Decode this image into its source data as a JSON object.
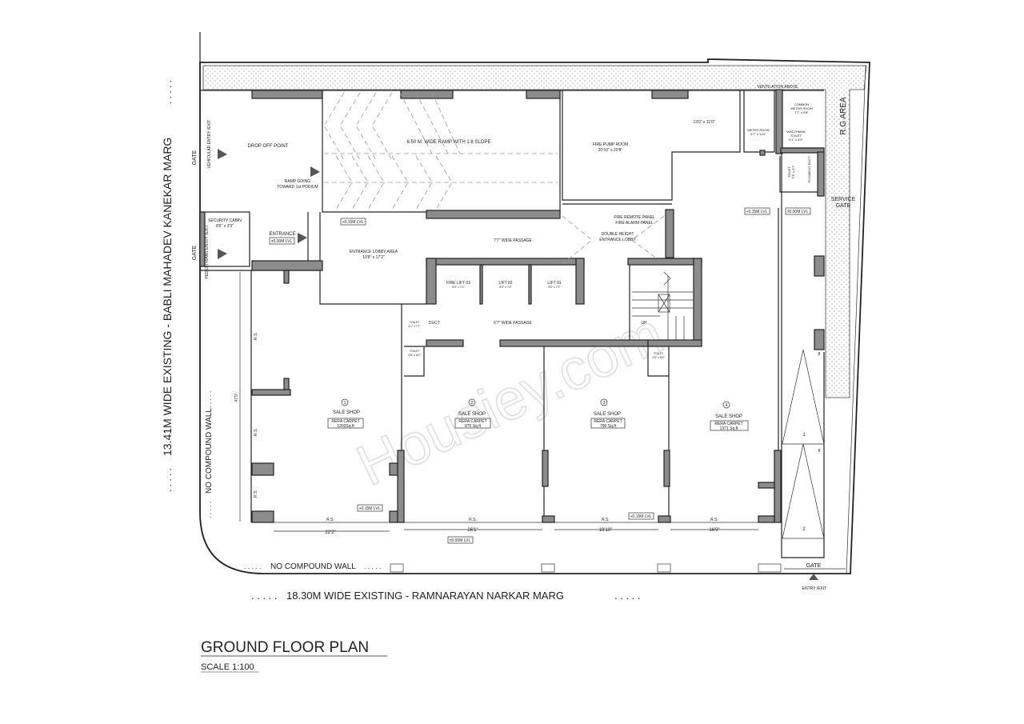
{
  "title": "GROUND FLOOR PLAN",
  "scale": "SCALE 1:100",
  "watermark": "Housiey.com",
  "roads": {
    "left": "13.41M WIDE EXISTING -  BABLI MAHADEV KANEKAR MARG",
    "bottom": "18.30M WIDE EXISTING - RAMNARAYAN NARKAR MARG",
    "dots": ". . . . .",
    "left_wall": "NO COMPOUND WALL",
    "bottom_wall": "NO COMPOUND WALL"
  },
  "labels": {
    "gate_top": "GATE",
    "gate_bottom_left": "GATE",
    "vehicular_entry": "VEHICULAR ENTRY /EXIT",
    "pedestrians_entry": "PEDESTRIANS ENTRY /EXIT",
    "drop_off": "DROP OFF POINT",
    "ramp_going_1": "RAMP GOING",
    "ramp_going_2": "TOWARD 1st PODIUM",
    "ramp": "6.50 M. WIDE RAMP WITH 1:8 SLOPE",
    "security_cabin": "SECURITY CABIN",
    "security_cabin_size": "8'6\" x 3'9\"",
    "entrance": "ENTRANCE",
    "lvl_000": "±0.00M LVL",
    "lvl_015": "+0.15M LVL",
    "lobby": "ENTRANCE LOBBY AREA",
    "lobby_size": "19'8\" x 17'2\"",
    "passage_77": "7'7\" WIDE PASSAGE",
    "passage_67": "6'7\" WIDE PASSAGE",
    "fire_lift": "FIRE LIFT 03",
    "lift_02": "LIFT 02",
    "lift_01": "LIFT 01",
    "lift_size": "8'0\" x 7'0\"",
    "fire_pump": "FIRE PUMP ROOM",
    "fire_pump_size": "20'10\" x 20'8\"",
    "room_13x11": "13'0\" x 11'0\"",
    "ventilation": "VENTILATION ABOVE",
    "meter_room": "METER ROOM",
    "meter_room_size": "6'7\" x 11'0\"",
    "common_meter_1": "COMMON",
    "common_meter_2": "METER ROOM",
    "common_meter_size": "7'7\" x 9'8\"",
    "watchman_1": "WATCHMAN",
    "watchman_2": "TOILET",
    "watchman_size": "5'1\" x 4'0\"",
    "toilet": "TOILET",
    "toilet_size_a": "7'3\" x 3'7\"",
    "plumbing_duct": "PLUMBING DUCT",
    "rg_area": "R.G AREA",
    "service_gate_1": "SERVICE",
    "service_gate_2": "GATE",
    "fire_remote": "FIRE REMOTE PANEL",
    "fire_alarm": "FIRE ALARM PANEL",
    "double_height_1": "DOUBLE HEIGHT",
    "double_height_2": "ENTRANCE LOBBY",
    "toilet_b_size": "4'1\" x 7'7\"",
    "toilet_c_size": "3'8\" x 6'0\"",
    "toilet_d_size": "3'3\" x 5'6\"",
    "duct": "DUCT",
    "up": "UP",
    "rs": "R.S.",
    "gate_right": "GATE",
    "entry_exit": "ENTRY /EXIT",
    "dim_height": "47'9\"",
    "parking_1": "1",
    "parking_2": "2",
    "parking_ev": "8"
  },
  "shops": [
    {
      "num": "1",
      "name": "SALE SHOP",
      "carpet": "RERA CARPET",
      "area": "1203Sq.ft",
      "width": "22'2\""
    },
    {
      "num": "2",
      "name": "SALE SHOP",
      "carpet": "RERA CARPET",
      "area": "875 Sq.ft",
      "width": "26'1\""
    },
    {
      "num": "3",
      "name": "SALE SHOP",
      "carpet": "RERA CARPET",
      "area": "796 Sq.ft",
      "width": "19'10\""
    },
    {
      "num": "4",
      "name": "SALE SHOP",
      "carpet": "RERA CARPET",
      "area": "1371 Sq.ft",
      "width": "16'9\""
    }
  ],
  "colors": {
    "wall": "#8c8c8c",
    "line": "#222222",
    "landscape_dots": "#bbbbbb"
  }
}
